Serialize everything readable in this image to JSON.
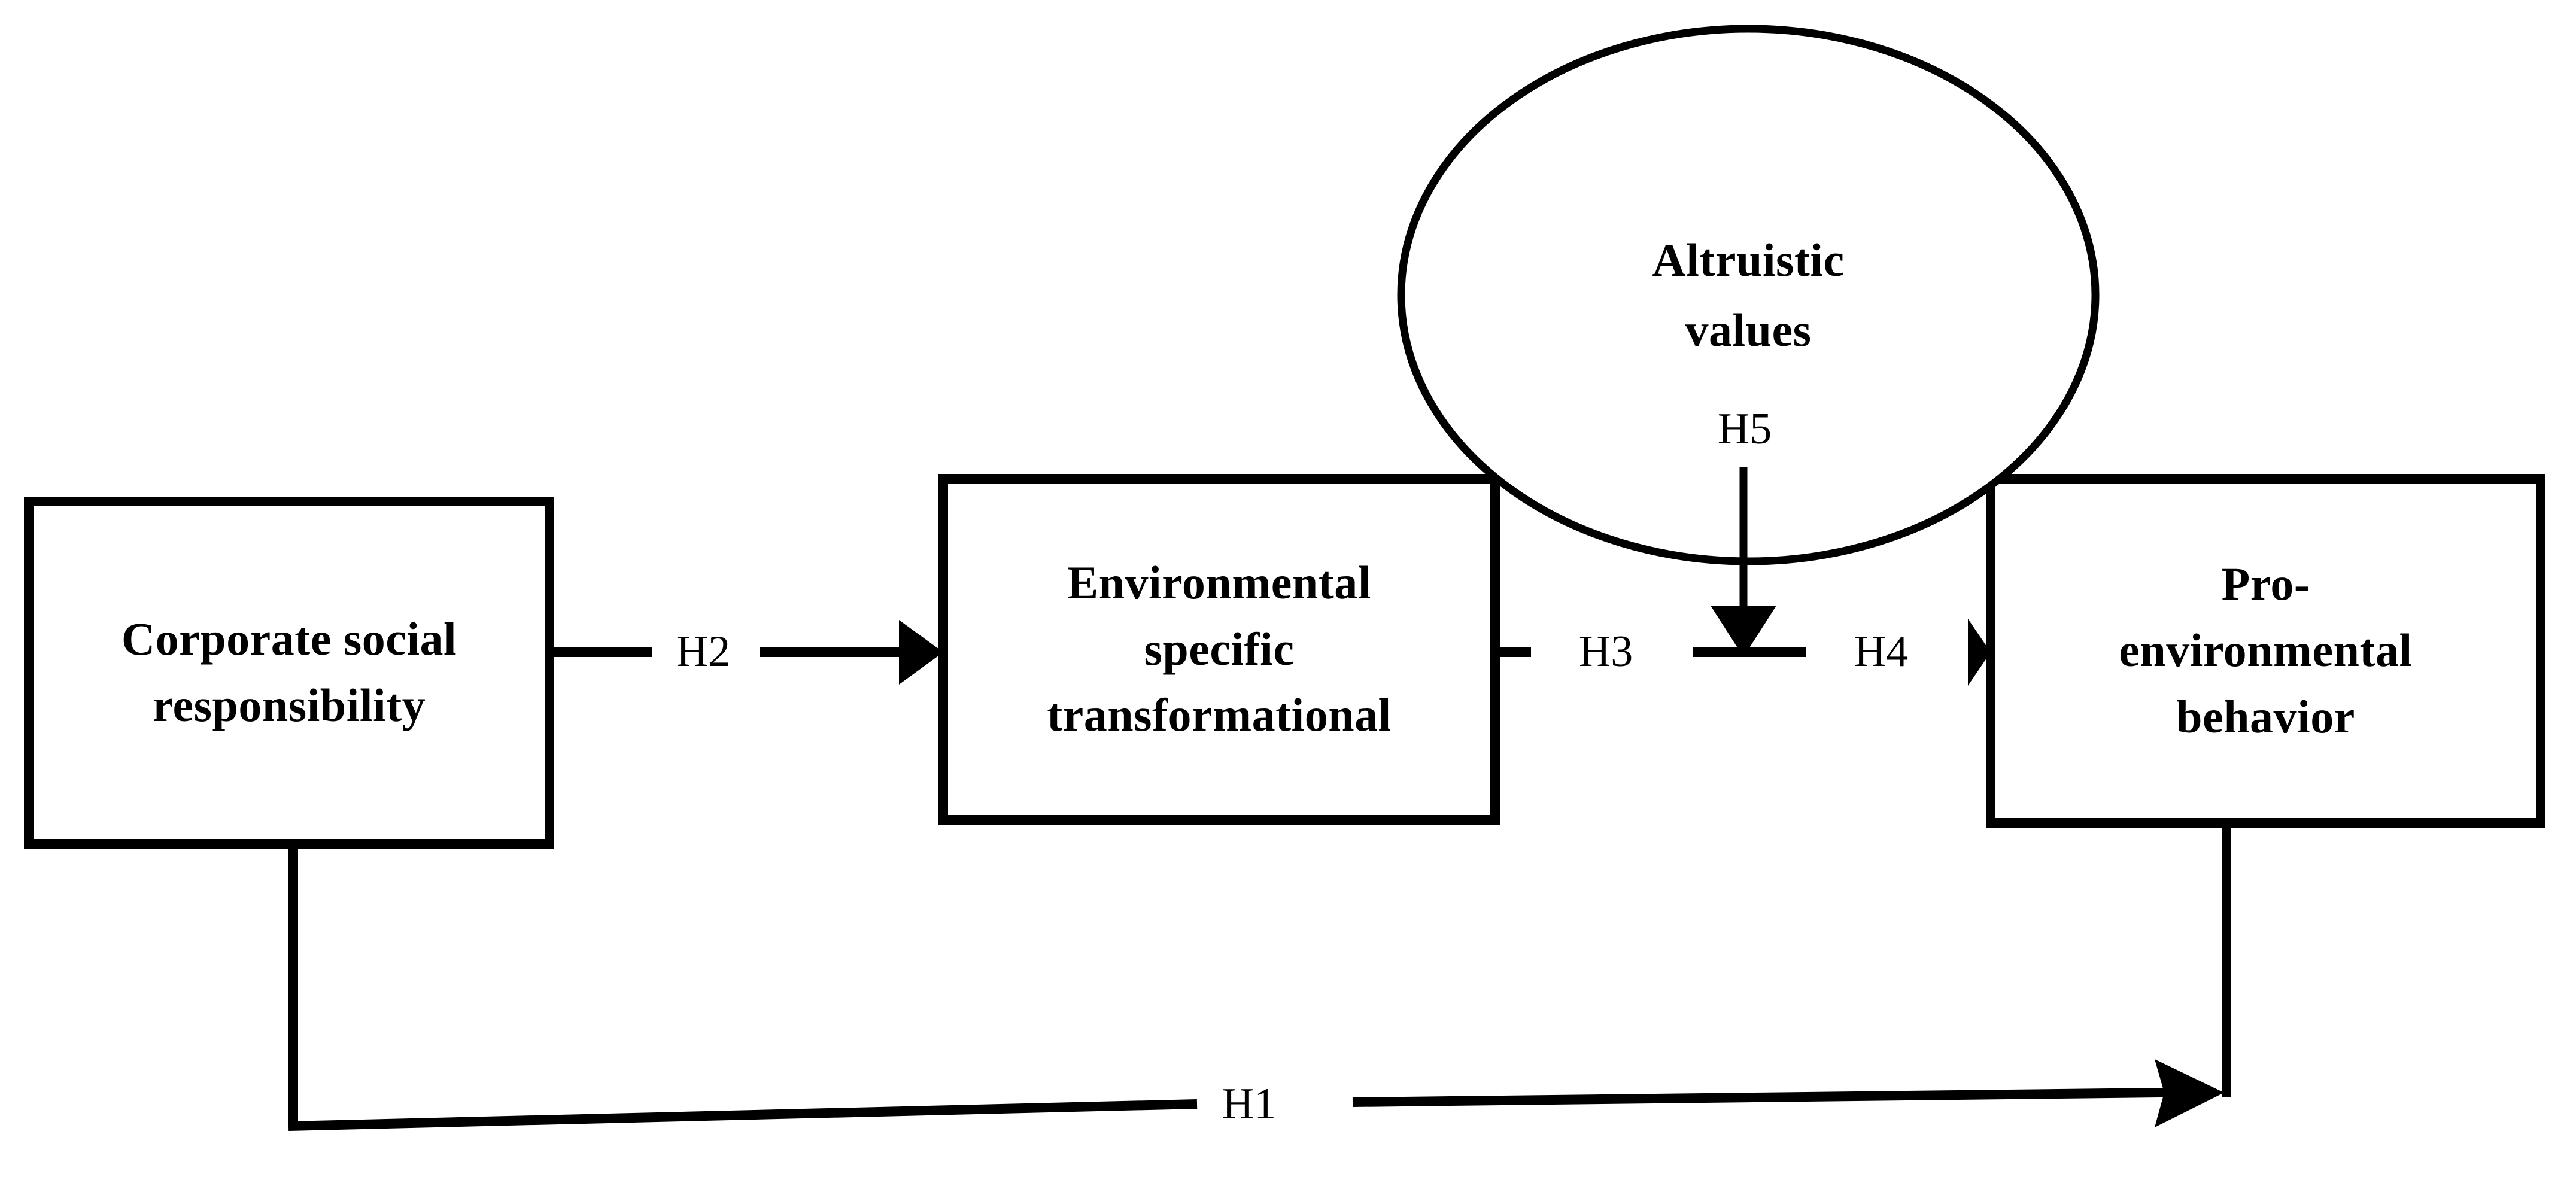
{
  "diagram": {
    "type": "conceptual-research-model",
    "background_color": "#ffffff",
    "line_color": "#000000",
    "nodes": [
      {
        "id": "corporate-social-responsibility",
        "shape": "rectangle",
        "lines": [
          "Corporate social",
          "responsibility"
        ]
      },
      {
        "id": "environmental-specific-transformational",
        "shape": "rectangle",
        "lines": [
          "Environmental",
          "specific",
          "transformational"
        ]
      },
      {
        "id": "pro-environmental-behavior",
        "shape": "rectangle",
        "lines": [
          "Pro-",
          "environmental",
          "behavior"
        ]
      },
      {
        "id": "altruistic-values",
        "shape": "ellipse",
        "lines": [
          "Altruistic",
          "values"
        ]
      }
    ],
    "hypotheses": [
      {
        "id": "h1",
        "label": "H1",
        "from": "corporate-social-responsibility",
        "to": "pro-environmental-behavior",
        "path": "bottom-routed direct effect"
      },
      {
        "id": "h2",
        "label": "H2",
        "from": "corporate-social-responsibility",
        "to": "environmental-specific-transformational",
        "path": "horizontal arrow"
      },
      {
        "id": "h3",
        "label": "H3",
        "from": "environmental-specific-transformational",
        "to": "pro-environmental-behavior",
        "path": "horizontal arrow"
      },
      {
        "id": "h4",
        "label": "H4",
        "from": "environmental-specific-transformational",
        "to": "pro-environmental-behavior",
        "path": "horizontal arrow continuation"
      },
      {
        "id": "h5",
        "label": "H5",
        "from": "altruistic-values",
        "to": "h3-h4-path",
        "path": "vertical moderating arrow"
      }
    ]
  },
  "boxes": {
    "csr": {
      "line1": "Corporate social",
      "line2": "responsibility"
    },
    "est": {
      "line1": "Environmental",
      "line2": "specific",
      "line3": "transformational"
    },
    "peb": {
      "line1": "Pro-",
      "line2": "environmental",
      "line3": "behavior"
    },
    "altruistic": {
      "line1": "Altruistic",
      "line2": "values"
    }
  },
  "labels": {
    "h1": "H1",
    "h2": "H2",
    "h3": "H3",
    "h4": "H4",
    "h5": "H5"
  }
}
